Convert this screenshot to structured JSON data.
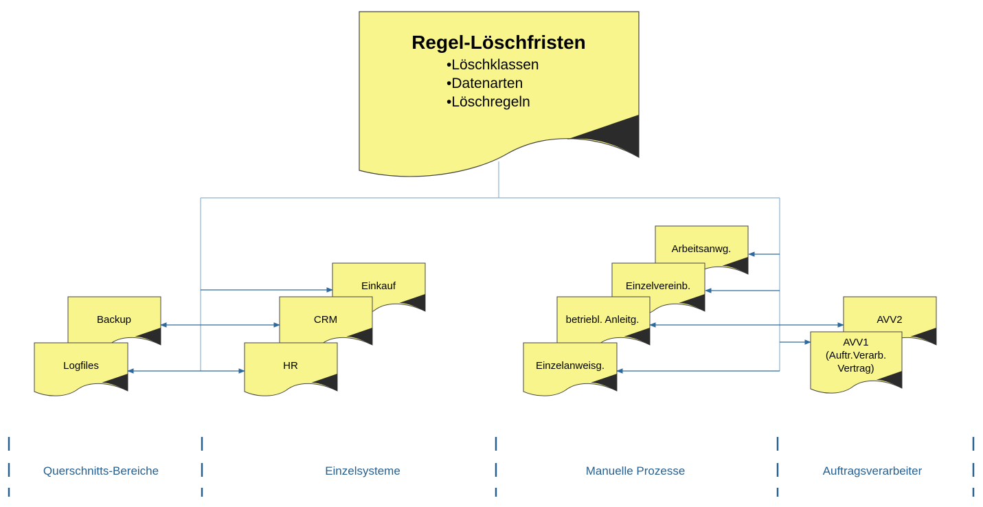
{
  "colors": {
    "doc_fill": "#f7f58c",
    "doc_stroke": "#444444",
    "doc_fold": "#2b2b2b",
    "connector": "#8fb2cf",
    "arrow": "#2f6a9e",
    "category_text": "#27608f",
    "divider": "#27608f"
  },
  "main_doc": {
    "title": "Regel-Löschfristen",
    "bullets": [
      "•Löschklassen",
      "•Datenarten",
      "•Löschregeln"
    ]
  },
  "docs": {
    "backup": "Backup",
    "logfiles": "Logfiles",
    "einkauf": "Einkauf",
    "crm": "CRM",
    "hr": "HR",
    "arbeitsanw": "Arbeitsanwg.",
    "einzelvereinb": "Einzelvereinb.",
    "betriebl": "betriebl. Anleitg.",
    "einzelanweisg": "Einzelanweisg.",
    "avv2": "AVV2",
    "avv1": [
      "AVV1",
      "(Auftr.Verarb.",
      "Vertrag)"
    ]
  },
  "categories": [
    "Querschnitts-Bereiche",
    "Einzelsysteme",
    "Manuelle Prozesse",
    "Auftragsverarbeiter"
  ]
}
